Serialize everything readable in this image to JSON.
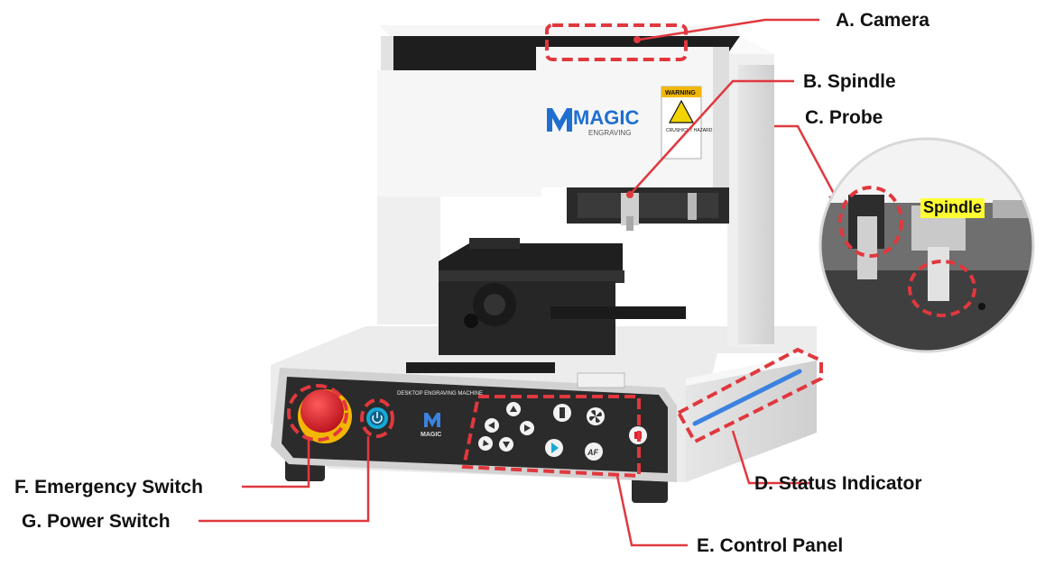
{
  "callouts": {
    "camera": "A. Camera",
    "spindle": "B. Spindle",
    "probe": "C. Probe",
    "status_indicator": "D. Status Indicator",
    "control_panel": "E. Control Panel",
    "emergency_switch": "F. Emergency Switch",
    "power_switch": "G. Power Switch"
  },
  "inset": {
    "spindle_tag": "Spindle"
  },
  "machine": {
    "brand": "MAGIC",
    "brand_sub": "ENGRAVING",
    "panel_title": "DESKTOP ENGRAVING MACHINE",
    "panel_brand": "MAGIC",
    "warning": "WARNING",
    "warning_sub": "CRUSH/CUT HAZARD",
    "af_label": "AF"
  },
  "colors": {
    "callout_red": "#e0383e",
    "status_blue": "#3b82e0",
    "brand_blue": "#1f6fd1",
    "estop_red": "#e11d2a",
    "highlight_yellow": "#ffff33"
  }
}
